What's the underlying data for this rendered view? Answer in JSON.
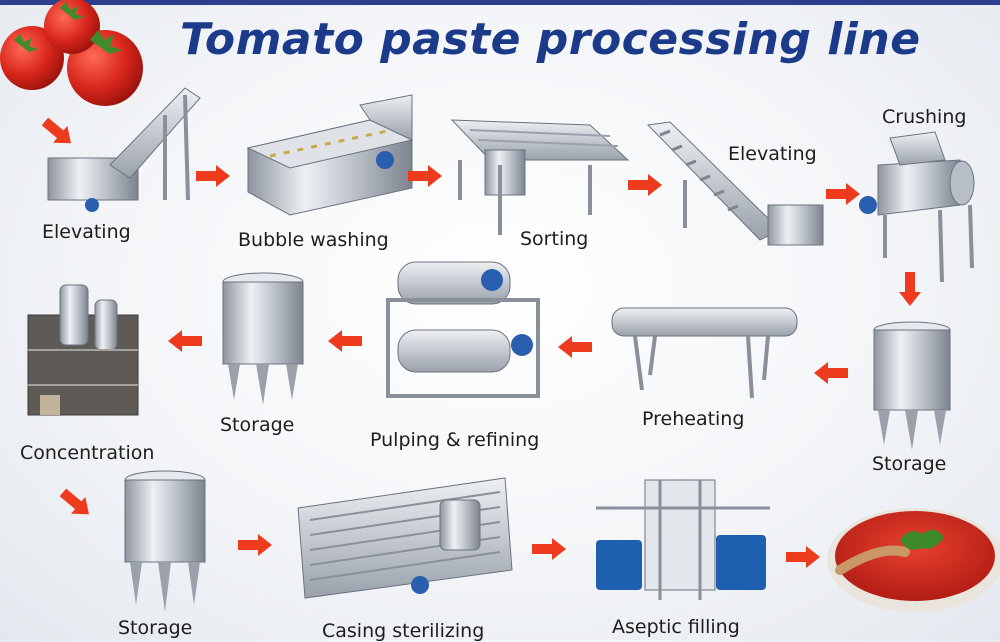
{
  "title": "Tomato paste processing line",
  "colors": {
    "title": "#1c3a8a",
    "arrow": "#ee3b1e",
    "steel": "#c9ced6",
    "accent_blue": "#1f5fb0",
    "tomato": "#d8261c"
  },
  "stages": [
    {
      "label": "Elevating"
    },
    {
      "label": "Bubble washing"
    },
    {
      "label": "Sorting"
    },
    {
      "label": "Elevating"
    },
    {
      "label": "Crushing"
    },
    {
      "label": "Storage"
    },
    {
      "label": "Preheating"
    },
    {
      "label": "Pulping & refining"
    },
    {
      "label": "Storage"
    },
    {
      "label": "Concentration"
    },
    {
      "label": "Storage"
    },
    {
      "label": "Casing sterilizing"
    },
    {
      "label": "Aseptic filling"
    }
  ]
}
